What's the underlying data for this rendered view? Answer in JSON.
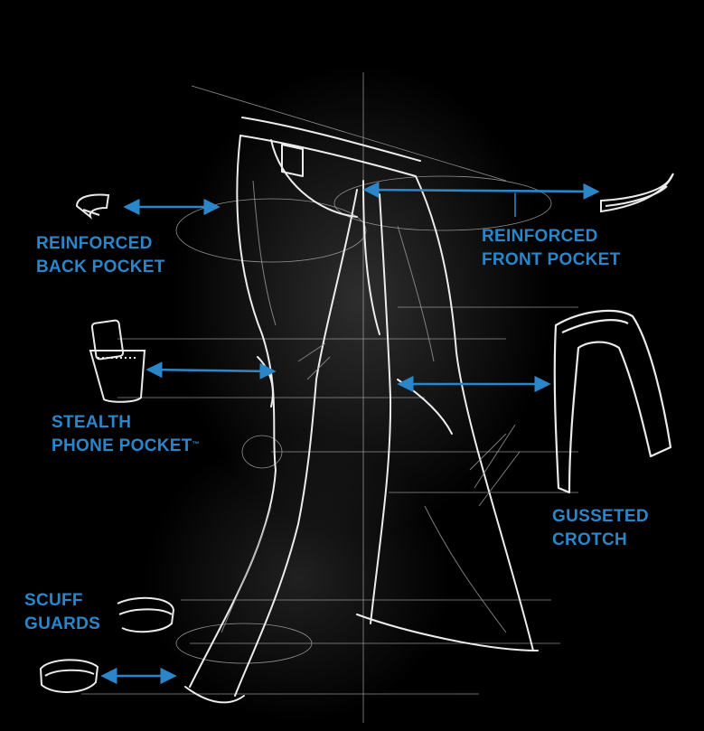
{
  "colors": {
    "background": "#000000",
    "sketch": "#e8e8e8",
    "accent": "#2b86c9"
  },
  "labels": {
    "back_pocket": {
      "line1": "REINFORCED",
      "line2": "BACK POCKET"
    },
    "front_pocket": {
      "line1": "REINFORCED",
      "line2": "FRONT POCKET"
    },
    "phone_pocket": {
      "line1": "STEALTH",
      "line2": "PHONE POCKET",
      "mark": "™"
    },
    "crotch": {
      "line1": "GUSSETED",
      "line2": "CROTCH"
    },
    "scuff": {
      "line1": "SCUFF",
      "line2": "GUARDS"
    }
  },
  "icons": [
    "pocket-piece-icon",
    "front-pocket-piece-icon",
    "phone-icon",
    "gusset-piece-icon",
    "scuff-guard-icon"
  ]
}
